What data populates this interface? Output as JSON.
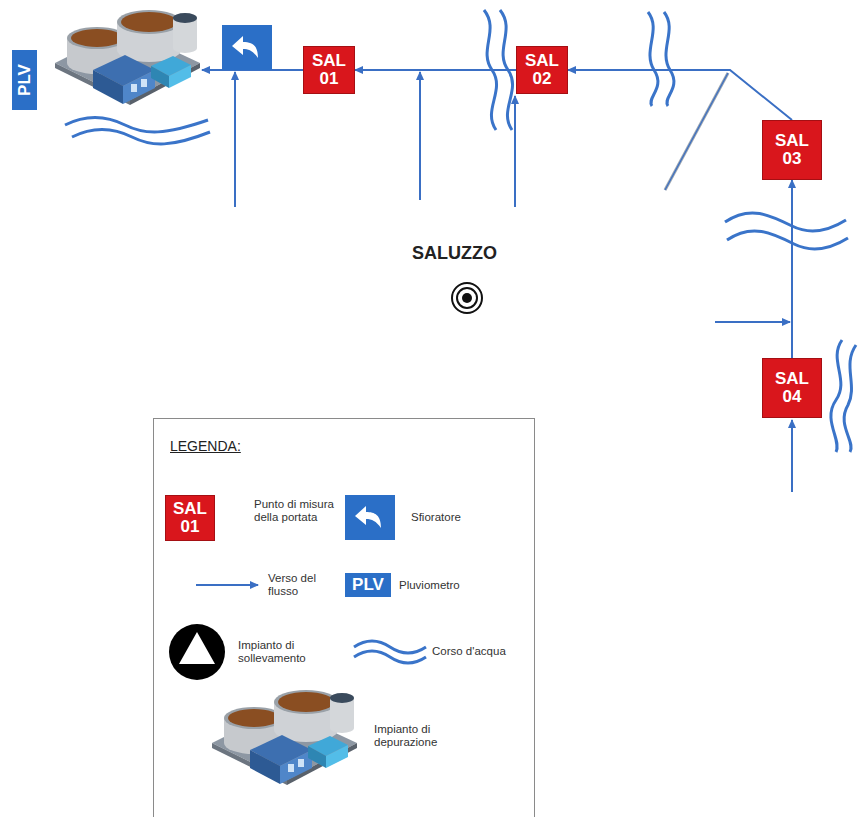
{
  "diagram": {
    "nodes": [
      {
        "text": [
          "PLV"
        ]
      },
      {
        "text": [
          "SAL 01"
        ]
      },
      {
        "text": [
          "SAL 02"
        ]
      },
      {
        "text": [
          "SAL 03"
        ]
      },
      {
        "text": [
          "SAL 04"
        ]
      }
    ],
    "edges": [
      {
        "from": 4,
        "to": 3,
        "arrow": "to"
      },
      {
        "from": 3,
        "to": 2,
        "arrow": "to"
      },
      {
        "from": 2,
        "to": 1,
        "arrow": "to"
      }
    ],
    "labels": [
      "SALUZZO",
      "LEGENDA:",
      "SAL 01",
      "PLV"
    ],
    "legend": [
      {
        "text": "Punto di misura della portata"
      },
      {
        "text": "Sfioratore"
      },
      {
        "text": "Verso del flusso"
      },
      {
        "text": "Pluviometro"
      },
      {
        "text": "Impianto di sollevamento"
      },
      {
        "text": "Corso d'acqua"
      },
      {
        "text": "Impianto di depurazione"
      }
    ]
  }
}
